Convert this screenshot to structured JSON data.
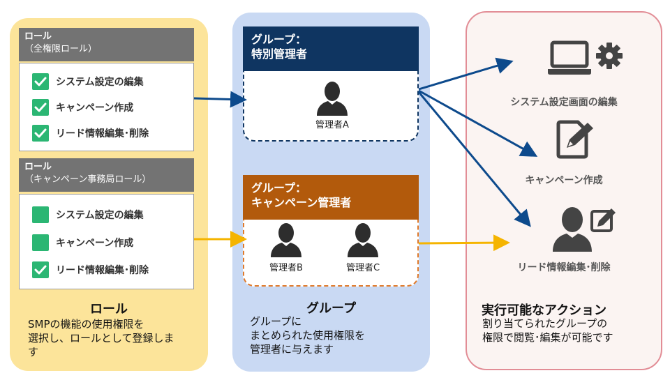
{
  "roles": {
    "cards": [
      {
        "title": "ロール",
        "subtitle": "（全権限ロール）",
        "permissions": [
          {
            "label": "システム設定の編集",
            "checked": true
          },
          {
            "label": "キャンペーン作成",
            "checked": true
          },
          {
            "label": "リード情報編集･削除",
            "checked": true
          }
        ]
      },
      {
        "title": "ロール",
        "subtitle": "（キャンペーン事務局ロール）",
        "permissions": [
          {
            "label": "システム設定の編集",
            "checked": false
          },
          {
            "label": "キャンペーン作成",
            "checked": false
          },
          {
            "label": "リード情報編集･削除",
            "checked": true
          }
        ]
      }
    ],
    "section_title": "ロール",
    "section_desc": [
      "SMPの機能の使用権限を",
      "選択し、ロールとして登録しま",
      "す"
    ]
  },
  "groups": {
    "boxes": [
      {
        "title_line1": "グループ：",
        "title_line2": "特別管理者",
        "color": "#0f3561",
        "members": [
          "管理者A"
        ]
      },
      {
        "title_line1": "グループ：",
        "title_line2": "キャンペーン管理者",
        "color": "#b25a0c",
        "members": [
          "管理者B",
          "管理者C"
        ]
      }
    ],
    "section_title": "グループ",
    "section_desc": [
      "グループに",
      "まとめられた使用権限を",
      "管理者に与えます"
    ]
  },
  "actions": {
    "items": [
      {
        "label": "システム設定画面の編集",
        "icon": "laptop-gear-icon"
      },
      {
        "label": "キャンペーン作成",
        "icon": "document-pencil-icon"
      },
      {
        "label": "リード情報編集･削除",
        "icon": "person-edit-icon"
      }
    ],
    "section_title": "実行可能なアクション",
    "section_desc": [
      "割り当てられたグループの",
      "権限で閲覧･編集が可能です"
    ]
  },
  "colors": {
    "check": "#2bb673",
    "arrow_blue": "#0d4a8c",
    "arrow_yellow": "#f5b400",
    "group1": "#0f3561",
    "group2": "#b25a0c",
    "dashed_orange": "#e07a2a"
  }
}
